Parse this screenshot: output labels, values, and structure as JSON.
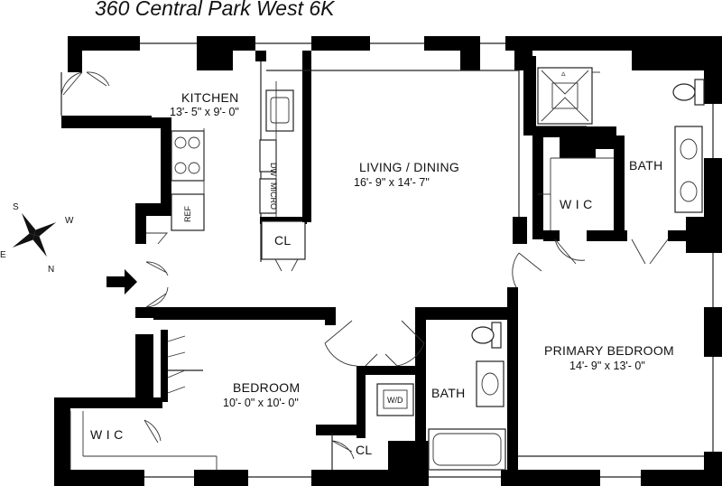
{
  "title": "360 Central Park West  6K",
  "rooms": {
    "kitchen": {
      "name": "KITCHEN",
      "dims": "13'- 5\" x 9'- 0\""
    },
    "living": {
      "name": "LIVING / DINING",
      "dims": "16'- 9\" x 14'- 7\""
    },
    "bedroom": {
      "name": "BEDROOM",
      "dims": "10'- 0\" x 10'- 0\""
    },
    "primary_bedroom": {
      "name": "PRIMARY BEDROOM",
      "dims": "14'- 9\" x 13'- 0\""
    },
    "bath_primary": {
      "name": "BATH"
    },
    "bath_hall": {
      "name": "BATH"
    },
    "wic_primary": {
      "name": "W I C"
    },
    "wic_bedroom": {
      "name": "W I C"
    },
    "closet_living": {
      "name": "CL"
    },
    "closet_bedroom": {
      "name": "CL"
    }
  },
  "fixtures": {
    "dishwasher": "DW",
    "microwave": "MICRO",
    "refrigerator": "REF",
    "washer_dryer": "W/D"
  },
  "compass": {
    "n": "N",
    "s": "S",
    "e": "E",
    "w": "W"
  }
}
